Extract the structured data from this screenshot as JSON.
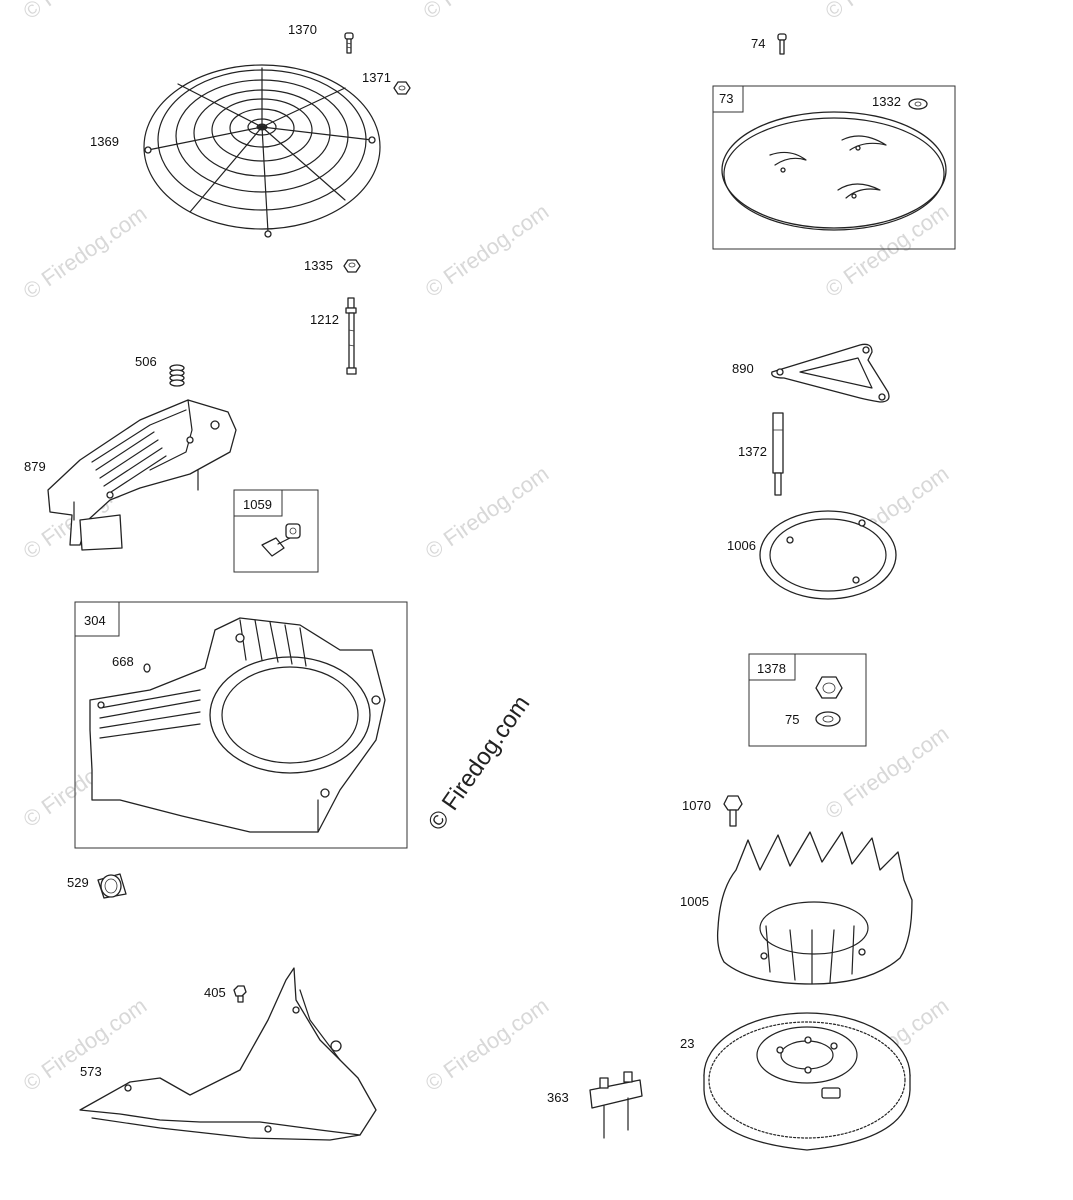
{
  "diagram": {
    "watermark": "© Firedog.com",
    "watermark_center": "© Firedog.com",
    "labels": {
      "p1370": "1370",
      "p1371": "1371",
      "p1369": "1369",
      "p1335": "1335",
      "p1212": "1212",
      "p506": "506",
      "p879": "879",
      "p1059": "1059",
      "p304": "304",
      "p668": "668",
      "p529": "529",
      "p405": "405",
      "p573": "573",
      "p363": "363",
      "p74": "74",
      "p73": "73",
      "p1332": "1332",
      "p890": "890",
      "p1372": "1372",
      "p1006": "1006",
      "p1378": "1378",
      "p75": "75",
      "p1070": "1070",
      "p1005": "1005",
      "p23": "23"
    }
  }
}
